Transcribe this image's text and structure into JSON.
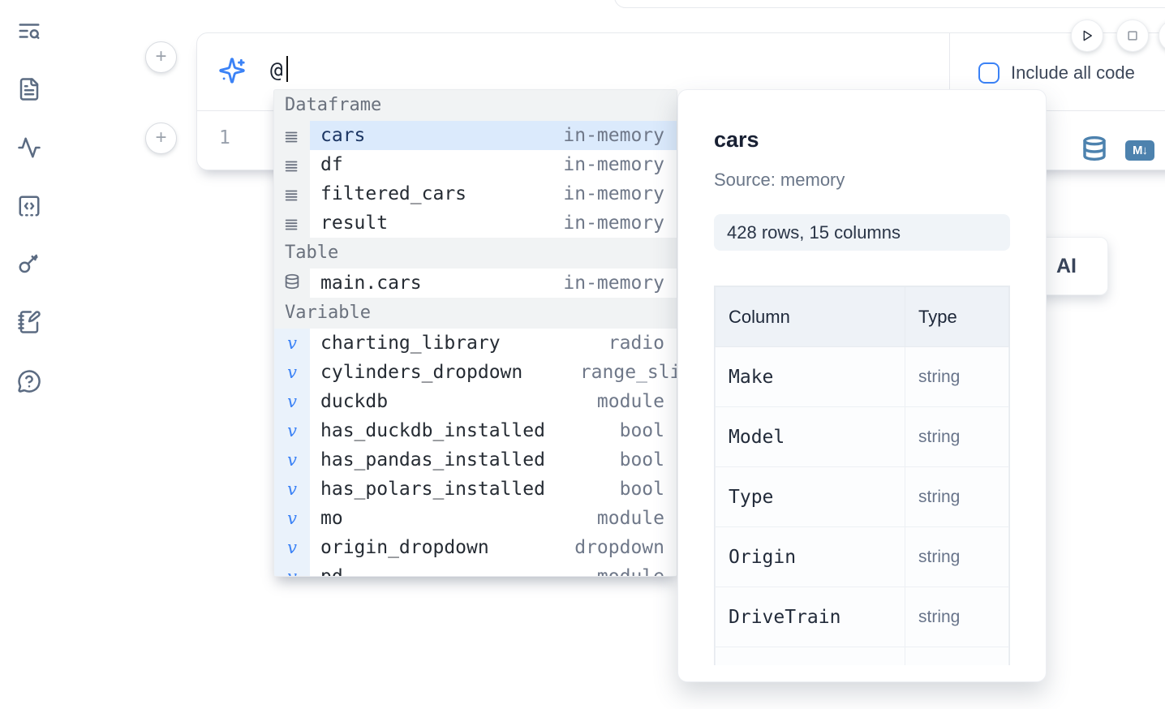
{
  "sidebar": {
    "icons": [
      {
        "name": "text-search-icon"
      },
      {
        "name": "file-icon"
      },
      {
        "name": "activity-icon"
      },
      {
        "name": "code-cell-icon"
      },
      {
        "name": "key-icon"
      },
      {
        "name": "scratchpad-icon"
      },
      {
        "name": "help-icon"
      }
    ]
  },
  "run_controls": {
    "play_icon": "play-icon",
    "stop_icon": "stop-icon"
  },
  "cell": {
    "ai_prompt_value": "@",
    "include_all_code_label": "Include all code",
    "line_number": "1",
    "editor_icons": [
      "database-icon",
      "markdown-icon"
    ],
    "markdown_icon_text": "M↓"
  },
  "ai_card": {
    "label": "AI"
  },
  "autocomplete": {
    "sections": [
      {
        "label": "Dataframe",
        "icon": "dataframe-rows-icon",
        "items": [
          {
            "name": "cars",
            "type": "in-memory",
            "selected": true
          },
          {
            "name": "df",
            "type": "in-memory"
          },
          {
            "name": "filtered_cars",
            "type": "in-memory"
          },
          {
            "name": "result",
            "type": "in-memory"
          }
        ]
      },
      {
        "label": "Table",
        "icon": "database-icon",
        "items": [
          {
            "name": "main.cars",
            "type": "in-memory"
          }
        ]
      },
      {
        "label": "Variable",
        "icon": "variable-v-icon",
        "items": [
          {
            "name": "charting_library",
            "type": "radio"
          },
          {
            "name": "cylinders_dropdown",
            "type": "range_slider",
            "clipped": true
          },
          {
            "name": "duckdb",
            "type": "module"
          },
          {
            "name": "has_duckdb_installed",
            "type": "bool"
          },
          {
            "name": "has_pandas_installed",
            "type": "bool"
          },
          {
            "name": "has_polars_installed",
            "type": "bool"
          },
          {
            "name": "mo",
            "type": "module"
          },
          {
            "name": "origin_dropdown",
            "type": "dropdown"
          },
          {
            "name": "pd",
            "type": "module"
          }
        ]
      }
    ]
  },
  "preview": {
    "title": "cars",
    "source": "Source: memory",
    "shape": "428 rows, 15 columns",
    "table": {
      "headers": [
        "Column",
        "Type"
      ],
      "rows": [
        {
          "column": "Make",
          "type": "string"
        },
        {
          "column": "Model",
          "type": "string"
        },
        {
          "column": "Type",
          "type": "string"
        },
        {
          "column": "Origin",
          "type": "string"
        },
        {
          "column": "DriveTrain",
          "type": "string"
        },
        {
          "column": "",
          "type": ""
        }
      ]
    }
  },
  "colors": {
    "accent_blue": "#3b82f6",
    "selected_row_bg": "#dbeafc",
    "steel_blue_icon": "#4d82ae",
    "header_bg": "#f1f3f4",
    "variable_gutter_bg": "#eaf2fb",
    "badge_bg": "#f0f4f8"
  }
}
